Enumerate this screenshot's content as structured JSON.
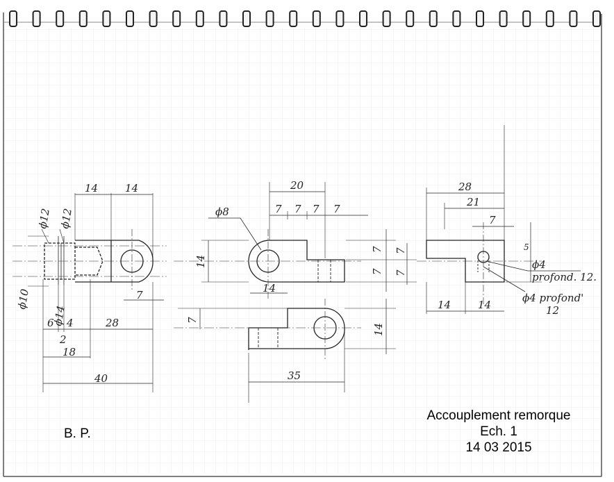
{
  "drawing": {
    "left_view": {
      "dim_top_1": "14",
      "dim_top_2": "14",
      "dim_phi12_a": "ϕ12",
      "dim_phi12_b": "ϕ12",
      "dim_phi10": "ϕ10",
      "dim_phi14": "ϕ14",
      "dim_7": "7",
      "dim_6": "6",
      "dim_4": "4",
      "dim_28": "28",
      "dim_2": "2",
      "dim_18": "18",
      "dim_40": "40"
    },
    "middle_view": {
      "dim_20": "20",
      "dim_7a": "7",
      "dim_7b": "7",
      "dim_7c": "7",
      "dim_7d": "7",
      "dim_phi8": "ϕ8",
      "dim_14_left": "14",
      "dim_14_inner": "14",
      "dim_7_right_a": "7",
      "dim_7_right_b": "7",
      "dim_7_lower_left": "7",
      "dim_14_right": "14",
      "dim_35": "35"
    },
    "right_view": {
      "dim_28": "28",
      "dim_21": "21",
      "dim_7": "7",
      "dim_7_side_a": "7",
      "dim_7_side_b": "7",
      "dim_5": "5",
      "note_1_line1": "ϕ4",
      "note_1_line2": "profond. 12.",
      "note_2_line1": "ϕ4 profond'",
      "note_2_line2": "12",
      "dim_14_a": "14",
      "dim_14_b": "14"
    }
  },
  "initials": "B. P.",
  "title_block": {
    "title": "Accouplement remorque",
    "scale": "Ech. 1",
    "date": "14 03 2015"
  }
}
